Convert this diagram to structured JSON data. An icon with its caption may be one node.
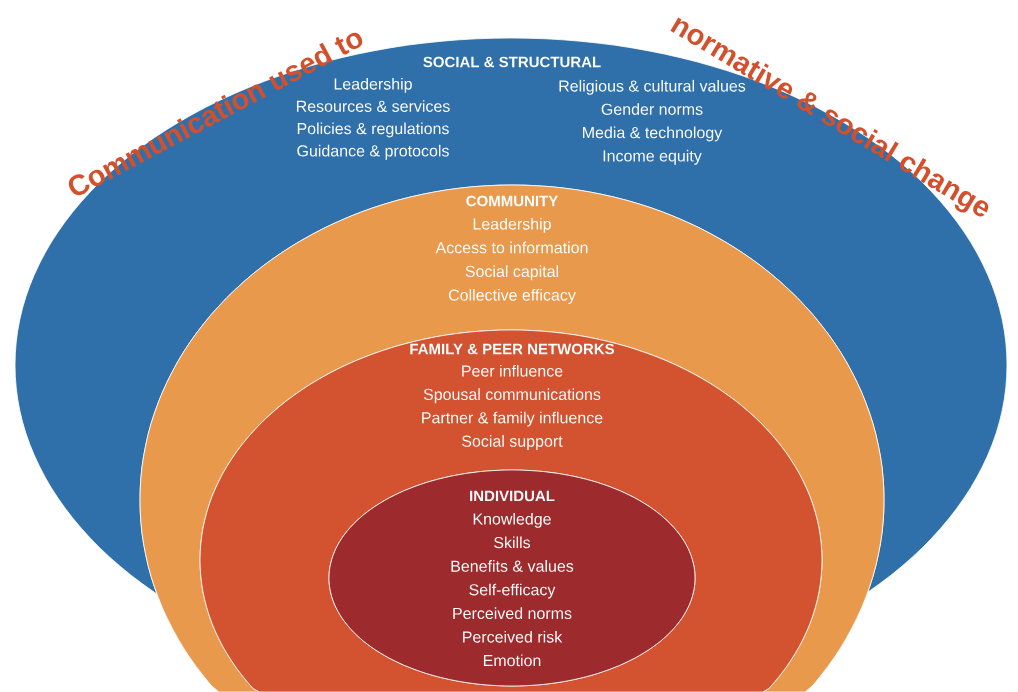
{
  "diagram": {
    "nodes": [
      {
        "text": [
          "SOCIAL & STRUCTURAL",
          "Leadership",
          "Resources & services",
          "Policies & regulations",
          "Guidance & protocols",
          "Religious & cultural values",
          "Gender norms",
          "Media & technology",
          "Income equity"
        ]
      },
      {
        "text": [
          "COMMUNITY",
          "Leadership",
          "Access to information",
          "Social capital",
          "Collective efficacy"
        ],
        "in": 0
      },
      {
        "text": [
          "FAMILY & PEER NETWORKS",
          "Peer influence",
          "Spousal communications",
          "Partner & family influence",
          "Social support"
        ],
        "in": 1
      },
      {
        "text": [
          "INDIVIDUAL",
          "Knowledge",
          "Skills",
          "Benefits & values",
          "Self-efficacy",
          "Perceived norms",
          "Perceived risk",
          "Emotion"
        ],
        "in": 2
      }
    ],
    "labels": [
      "Communication used to",
      "normative & social change"
    ]
  }
}
